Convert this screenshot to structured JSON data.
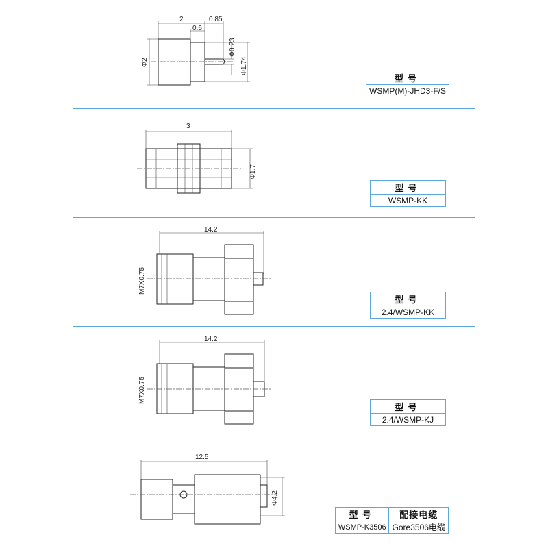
{
  "table_header": "型号",
  "sections": [
    {
      "model": "WSMP(M)-JHD3-F/S",
      "dims": [
        "2",
        "0.6",
        "0.85",
        "Φ0.23",
        "Φ1.74",
        "Φ2"
      ]
    },
    {
      "model": "WSMP-KK",
      "dims": [
        "3",
        "Φ1.7"
      ]
    },
    {
      "model": "2.4/WSMP-KK",
      "dims": [
        "14.2",
        "M7X0.75"
      ]
    },
    {
      "model": "2.4/WSMP-KJ",
      "dims": [
        "14.2",
        "M7X0.75"
      ]
    },
    {
      "model": "WSMP-K3506",
      "cable_header": "配接电缆",
      "cable": "Gore3506电缆",
      "dims": [
        "12.5",
        "Φ4.2"
      ]
    }
  ]
}
